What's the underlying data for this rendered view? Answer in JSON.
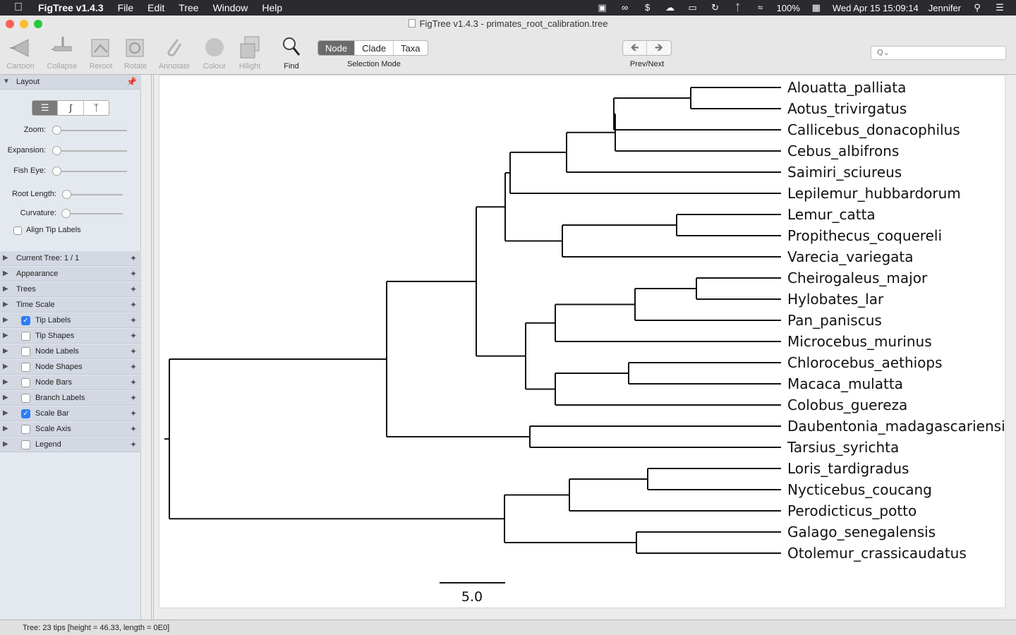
{
  "menubar": {
    "app_name": "FigTree v1.4.3",
    "menus": [
      "File",
      "Edit",
      "Tree",
      "Window",
      "Help"
    ],
    "battery": "100%",
    "datetime": "Wed Apr 15  15:09:14",
    "user": "Jennifer"
  },
  "window": {
    "title": "FigTree v1.4.3 - primates_root_calibration.tree"
  },
  "toolbar": {
    "tools": [
      {
        "label": "Cartoon",
        "icon": "cartoon-icon",
        "enabled": false
      },
      {
        "label": "Collapse",
        "icon": "collapse-icon",
        "enabled": false
      },
      {
        "label": "Reroot",
        "icon": "reroot-icon",
        "enabled": false
      },
      {
        "label": "Rotate",
        "icon": "rotate-icon",
        "enabled": false
      },
      {
        "label": "Annotate",
        "icon": "paperclip-icon",
        "enabled": false
      },
      {
        "label": "Colour",
        "icon": "colour-icon",
        "enabled": false
      },
      {
        "label": "Hilight",
        "icon": "hilight-icon",
        "enabled": false
      },
      {
        "label": "Find",
        "icon": "magnifier-icon",
        "enabled": true
      }
    ],
    "selection_mode": {
      "options": [
        "Node",
        "Clade",
        "Taxa"
      ],
      "selected": "Node",
      "caption": "Selection Mode"
    },
    "prev_next": {
      "caption": "Prev/Next"
    },
    "search": {
      "placeholder": "Q⌄"
    }
  },
  "sidebar": {
    "layout": {
      "title": "Layout",
      "sliders": [
        {
          "label": "Zoom:",
          "value": 0
        },
        {
          "label": "Expansion:",
          "value": 0
        },
        {
          "label": "Fish Eye:",
          "value": 0
        },
        {
          "label": "Root Length:",
          "value": 0
        },
        {
          "label": "Curvature:",
          "value": 0
        }
      ],
      "align_tip_labels": {
        "label": "Align Tip Labels",
        "checked": false
      }
    },
    "panels": [
      {
        "label": "Current Tree: 1 / 1",
        "has_checkbox": false,
        "checked": false
      },
      {
        "label": "Appearance",
        "has_checkbox": false,
        "checked": false
      },
      {
        "label": "Trees",
        "has_checkbox": false,
        "checked": false
      },
      {
        "label": "Time Scale",
        "has_checkbox": false,
        "checked": false
      },
      {
        "label": "Tip Labels",
        "has_checkbox": true,
        "checked": true
      },
      {
        "label": "Tip Shapes",
        "has_checkbox": true,
        "checked": false
      },
      {
        "label": "Node Labels",
        "has_checkbox": true,
        "checked": false
      },
      {
        "label": "Node Shapes",
        "has_checkbox": true,
        "checked": false
      },
      {
        "label": "Node Bars",
        "has_checkbox": true,
        "checked": false
      },
      {
        "label": "Branch Labels",
        "has_checkbox": true,
        "checked": false
      },
      {
        "label": "Scale Bar",
        "has_checkbox": true,
        "checked": true
      },
      {
        "label": "Scale Axis",
        "has_checkbox": true,
        "checked": false
      },
      {
        "label": "Legend",
        "has_checkbox": true,
        "checked": false
      }
    ]
  },
  "tree": {
    "taxa": [
      "Alouatta_palliata",
      "Aotus_trivirgatus",
      "Callicebus_donacophilus",
      "Cebus_albifrons",
      "Saimiri_sciureus",
      "Lepilemur_hubbardorum",
      "Lemur_catta",
      "Propithecus_coquereli",
      "Varecia_variegata",
      "Cheirogaleus_major",
      "Hylobates_lar",
      "Pan_paniscus",
      "Microcebus_murinus",
      "Chlorocebus_aethiops",
      "Macaca_mulatta",
      "Colobus_guereza",
      "Daubentonia_madagascariensis",
      "Tarsius_syrichta",
      "Loris_tardigradus",
      "Nycticebus_coucang",
      "Perodicticus_potto",
      "Galago_senegalensis",
      "Otolemur_crassicaudatus"
    ],
    "scale_bar_label": "5.0"
  },
  "status": "Tree: 23 tips [height = 46.33, length = 0E0]",
  "colors": {
    "selected_segment": "#6b6b6b",
    "checkbox_on": "#2d7cf6"
  }
}
